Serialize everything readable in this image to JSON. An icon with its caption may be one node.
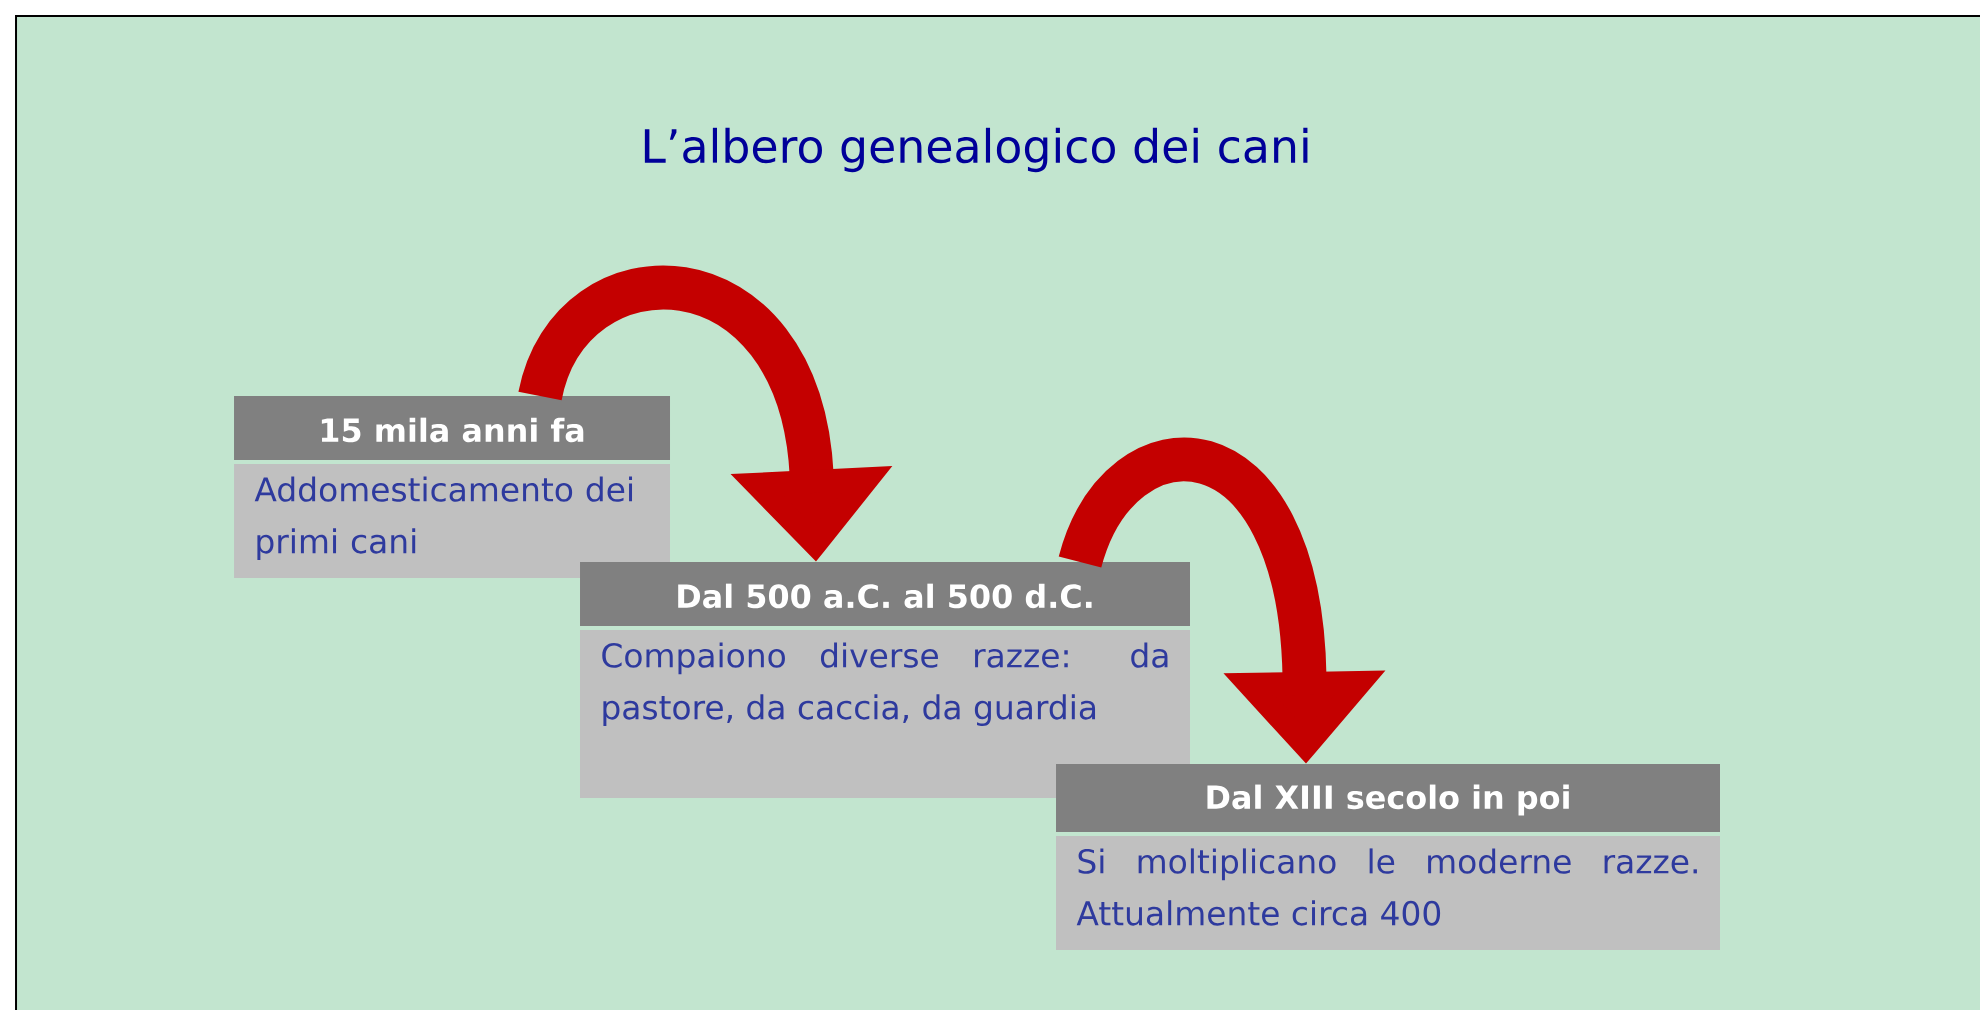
{
  "diagram": {
    "title": "L’albero genealogico dei cani",
    "nodes": [
      {
        "text": [
          "15 mila anni fa",
          "Addomesticamento dei primi cani"
        ]
      },
      {
        "text": [
          "Dal 500 a.C. al 500 d.C.",
          "Compaiono diverse razze: da pastore, da caccia, da guardia"
        ]
      },
      {
        "text": [
          "Dal XIII secolo in poi",
          "Si moltiplicano le moderne razze. Attualmente circa 400"
        ]
      }
    ],
    "edges": [
      {
        "from": 0,
        "to": 1,
        "arrow": "to"
      },
      {
        "from": 1,
        "to": 2,
        "arrow": "to"
      }
    ]
  }
}
